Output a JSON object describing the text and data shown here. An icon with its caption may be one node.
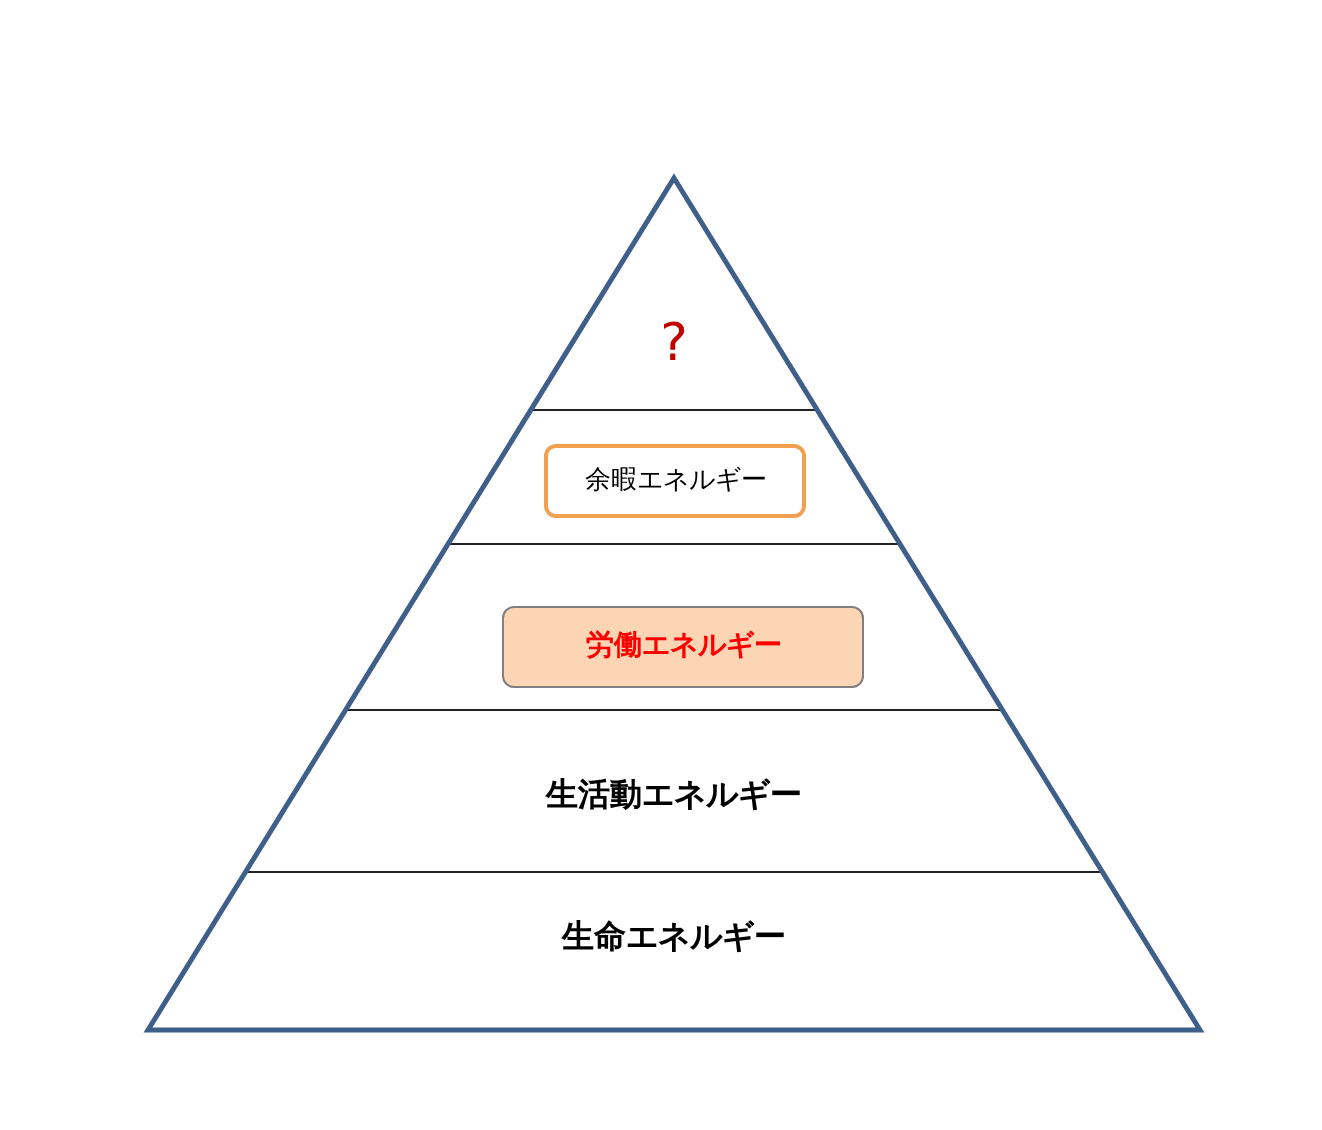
{
  "diagram": {
    "nodes": [
      {
        "text": [
          "?"
        ]
      },
      {
        "text": [],
        "shape": "band"
      },
      {
        "text": [
          "余暇エネルギー"
        ],
        "in": 1
      },
      {
        "text": [],
        "shape": "band"
      },
      {
        "text": [
          "労働エネルギー"
        ],
        "in": 3
      },
      {
        "text": [
          "生活動エネルギー"
        ]
      },
      {
        "text": [
          "生命エネルギー"
        ]
      }
    ]
  }
}
